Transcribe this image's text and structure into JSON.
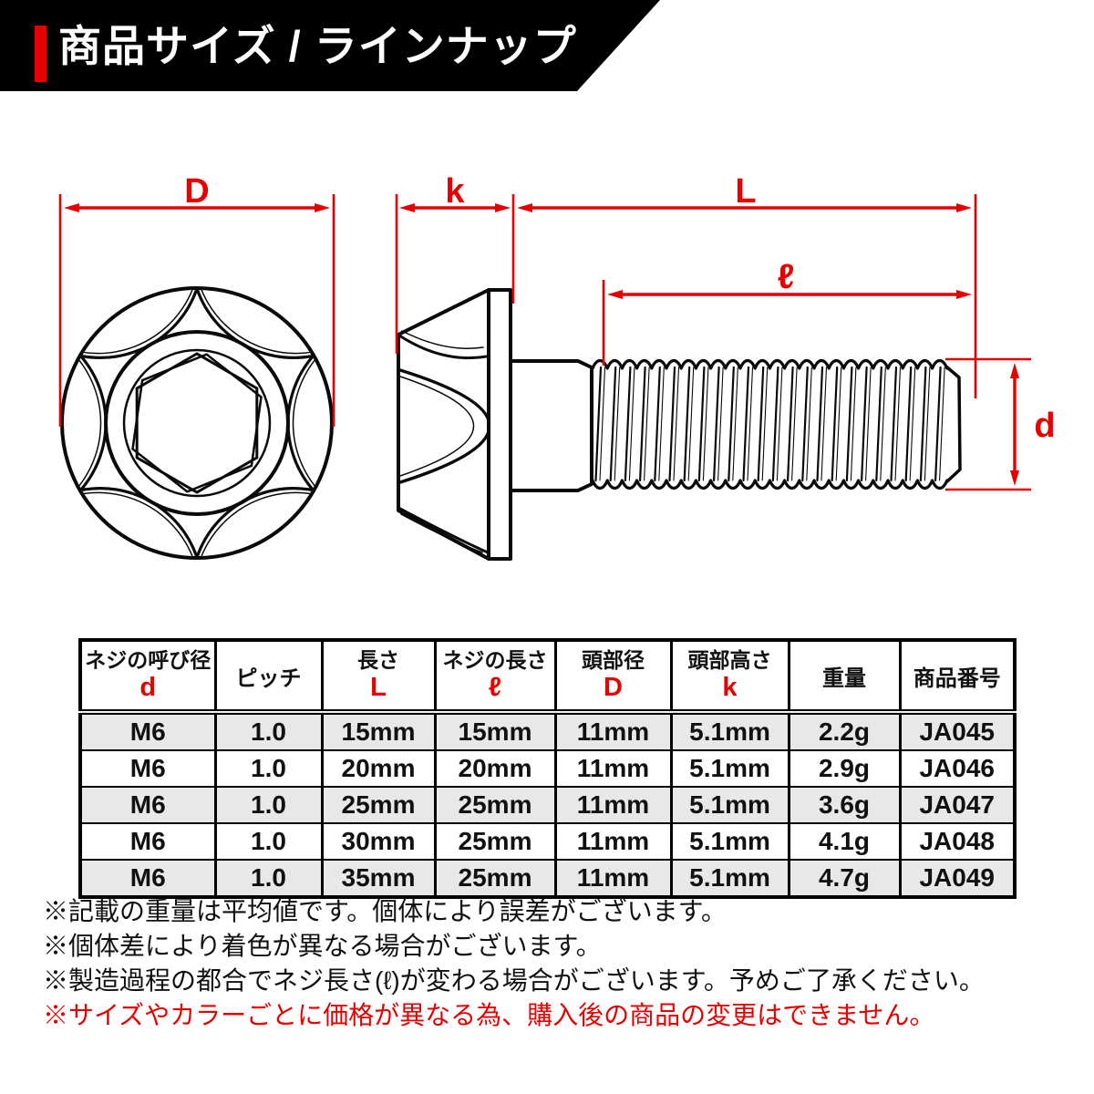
{
  "banner": {
    "title": "商品サイズ / ラインナップ"
  },
  "colors": {
    "red": "#e60000",
    "line": "#0a0a0a",
    "row_alt": "#e8e8e8",
    "banner_bg": "#000000",
    "banner_text": "#ffffff"
  },
  "dim_labels": {
    "D": "D",
    "k": "k",
    "L": "L",
    "ell": "ℓ",
    "d": "d"
  },
  "table": {
    "headers": [
      {
        "label": "ネジの呼び径",
        "sub": "d"
      },
      {
        "label": "ピッチ",
        "sub": ""
      },
      {
        "label": "長さ",
        "sub": "L"
      },
      {
        "label": "ネジの長さ",
        "sub": "ℓ"
      },
      {
        "label": "頭部径",
        "sub": "D"
      },
      {
        "label": "頭部高さ",
        "sub": "k"
      },
      {
        "label": "重量",
        "sub": ""
      },
      {
        "label": "商品番号",
        "sub": ""
      }
    ],
    "rows": [
      [
        "M6",
        "1.0",
        "15mm",
        "15mm",
        "11mm",
        "5.1mm",
        "2.2g",
        "JA045"
      ],
      [
        "M6",
        "1.0",
        "20mm",
        "20mm",
        "11mm",
        "5.1mm",
        "2.9g",
        "JA046"
      ],
      [
        "M6",
        "1.0",
        "25mm",
        "25mm",
        "11mm",
        "5.1mm",
        "3.6g",
        "JA047"
      ],
      [
        "M6",
        "1.0",
        "30mm",
        "25mm",
        "11mm",
        "5.1mm",
        "4.1g",
        "JA048"
      ],
      [
        "M6",
        "1.0",
        "35mm",
        "25mm",
        "11mm",
        "5.1mm",
        "4.7g",
        "JA049"
      ]
    ]
  },
  "notes": [
    {
      "text": "※記載の重量は平均値です。個体により誤差がございます。",
      "red": false
    },
    {
      "text": "※個体差により着色が異なる場合がございます。",
      "red": false
    },
    {
      "text": "※製造過程の都合でネジ長さ(ℓ)が変わる場合がございます。予めご了承ください。",
      "red": false
    },
    {
      "text": "※サイズやカラーごとに価格が異なる為、購入後の商品の変更はできません。",
      "red": true
    }
  ]
}
